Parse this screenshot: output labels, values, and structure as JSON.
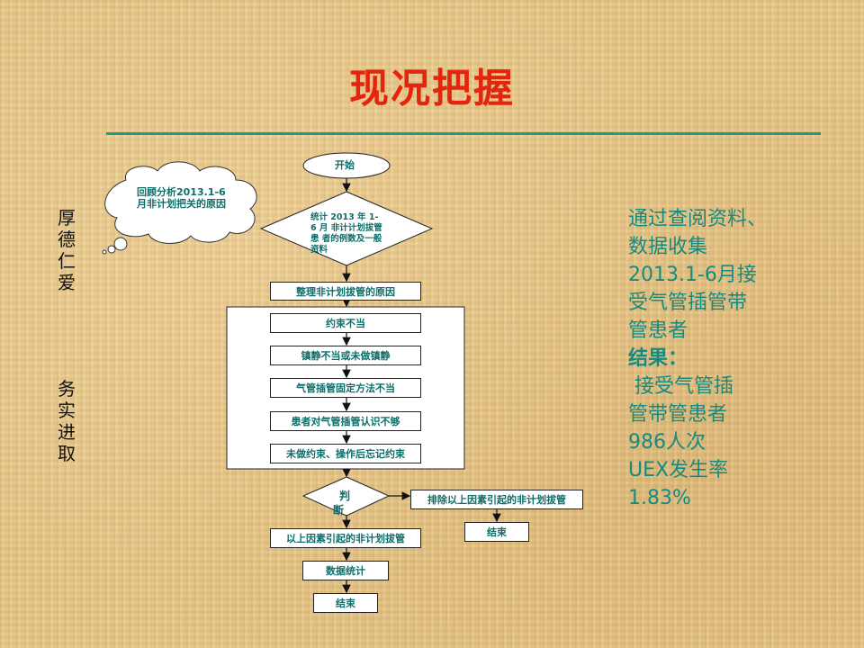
{
  "title": "现况把握",
  "side_mottos": {
    "top": [
      "厚",
      "德",
      "仁",
      "爱"
    ],
    "bottom": [
      "务",
      "实",
      "进",
      "取"
    ]
  },
  "flowchart": {
    "callout": "回顾分析2013.1-6月非计划把关的原因",
    "start": "开始",
    "step1": "统计 2013 年 1-6 月 非计计划拔管患 者的例数及一般 资料",
    "step2": "整理非计划拔管的原因",
    "causes": [
      "约束不当",
      "镇静不当或未做镇静",
      "气管插管固定方法不当",
      "患者对气管插管认识不够",
      "未做约束、操作后忘记约束"
    ],
    "decision_line1": "判",
    "decision_line2": "断",
    "exclude": "排除以上因素引起的非计划拔管",
    "end_right": "结束",
    "included": "以上因素引起的非计划拔管",
    "stats": "数据统计",
    "end": "结束"
  },
  "summary": {
    "lines": [
      "通过查阅资料、",
      "数据收集",
      "2013.1-6月接",
      "受气管插管带",
      "管患者"
    ],
    "result_label": "结果：",
    "result_lines": [
      " 接受气管插",
      "管带管患者",
      "986人次",
      "UEX发生率",
      "1.83%"
    ]
  },
  "colors": {
    "title": "#e2250c",
    "accent": "#1a9c8c",
    "flow_text": "#0e6e6a"
  }
}
